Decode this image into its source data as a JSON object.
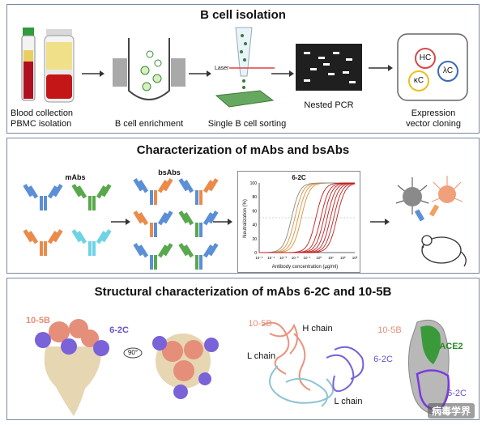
{
  "panel1": {
    "title": "B cell isolation",
    "steps": [
      {
        "label1": "Blood collection",
        "label2": "PBMC isolation"
      },
      {
        "label1": "B cell enrichment",
        "label2": ""
      },
      {
        "label1": "Single B cell sorting",
        "label2": "",
        "laser": "Laser"
      },
      {
        "label1": "Nested PCR",
        "label2": ""
      },
      {
        "label1": "Expression",
        "label2": "vector cloning"
      }
    ],
    "chains": [
      "HC",
      "λC",
      "κC"
    ]
  },
  "panel2": {
    "title": "Characterization of mAbs and bsAbs",
    "mabs_label": "mAbs",
    "bsabs_label": "bsAbs",
    "chart_title": "6-2C",
    "chart_ylabel": "Neutralization (%)",
    "chart_xlabel": "Antibody concentration (μg/ml)",
    "yticks": [
      "0",
      "20",
      "40",
      "60",
      "80",
      "100"
    ],
    "xticks": [
      "10⁻⁵",
      "10⁻⁴",
      "10⁻³",
      "10⁻²",
      "10⁻¹",
      "10⁰",
      "10¹",
      "10²",
      "10³"
    ]
  },
  "panel3": {
    "title": "Structural characterization of mAbs 6-2C and 10-5B",
    "label_105b": "10-5B",
    "label_62c": "6-2C",
    "rotation": "90°",
    "h_chain": "H chain",
    "l_chain": "L chain",
    "ace2": "ACE2"
  },
  "watermark": "病毒学界",
  "colors": {
    "blue": "#5b8fd6",
    "green": "#5aa84e",
    "orange": "#ec8a4a",
    "cyan": "#6fd3e6",
    "salmon": "#e38e7a",
    "purple": "#7b5fd6",
    "tan": "#e2d3b0",
    "red": "#c21f1f"
  }
}
